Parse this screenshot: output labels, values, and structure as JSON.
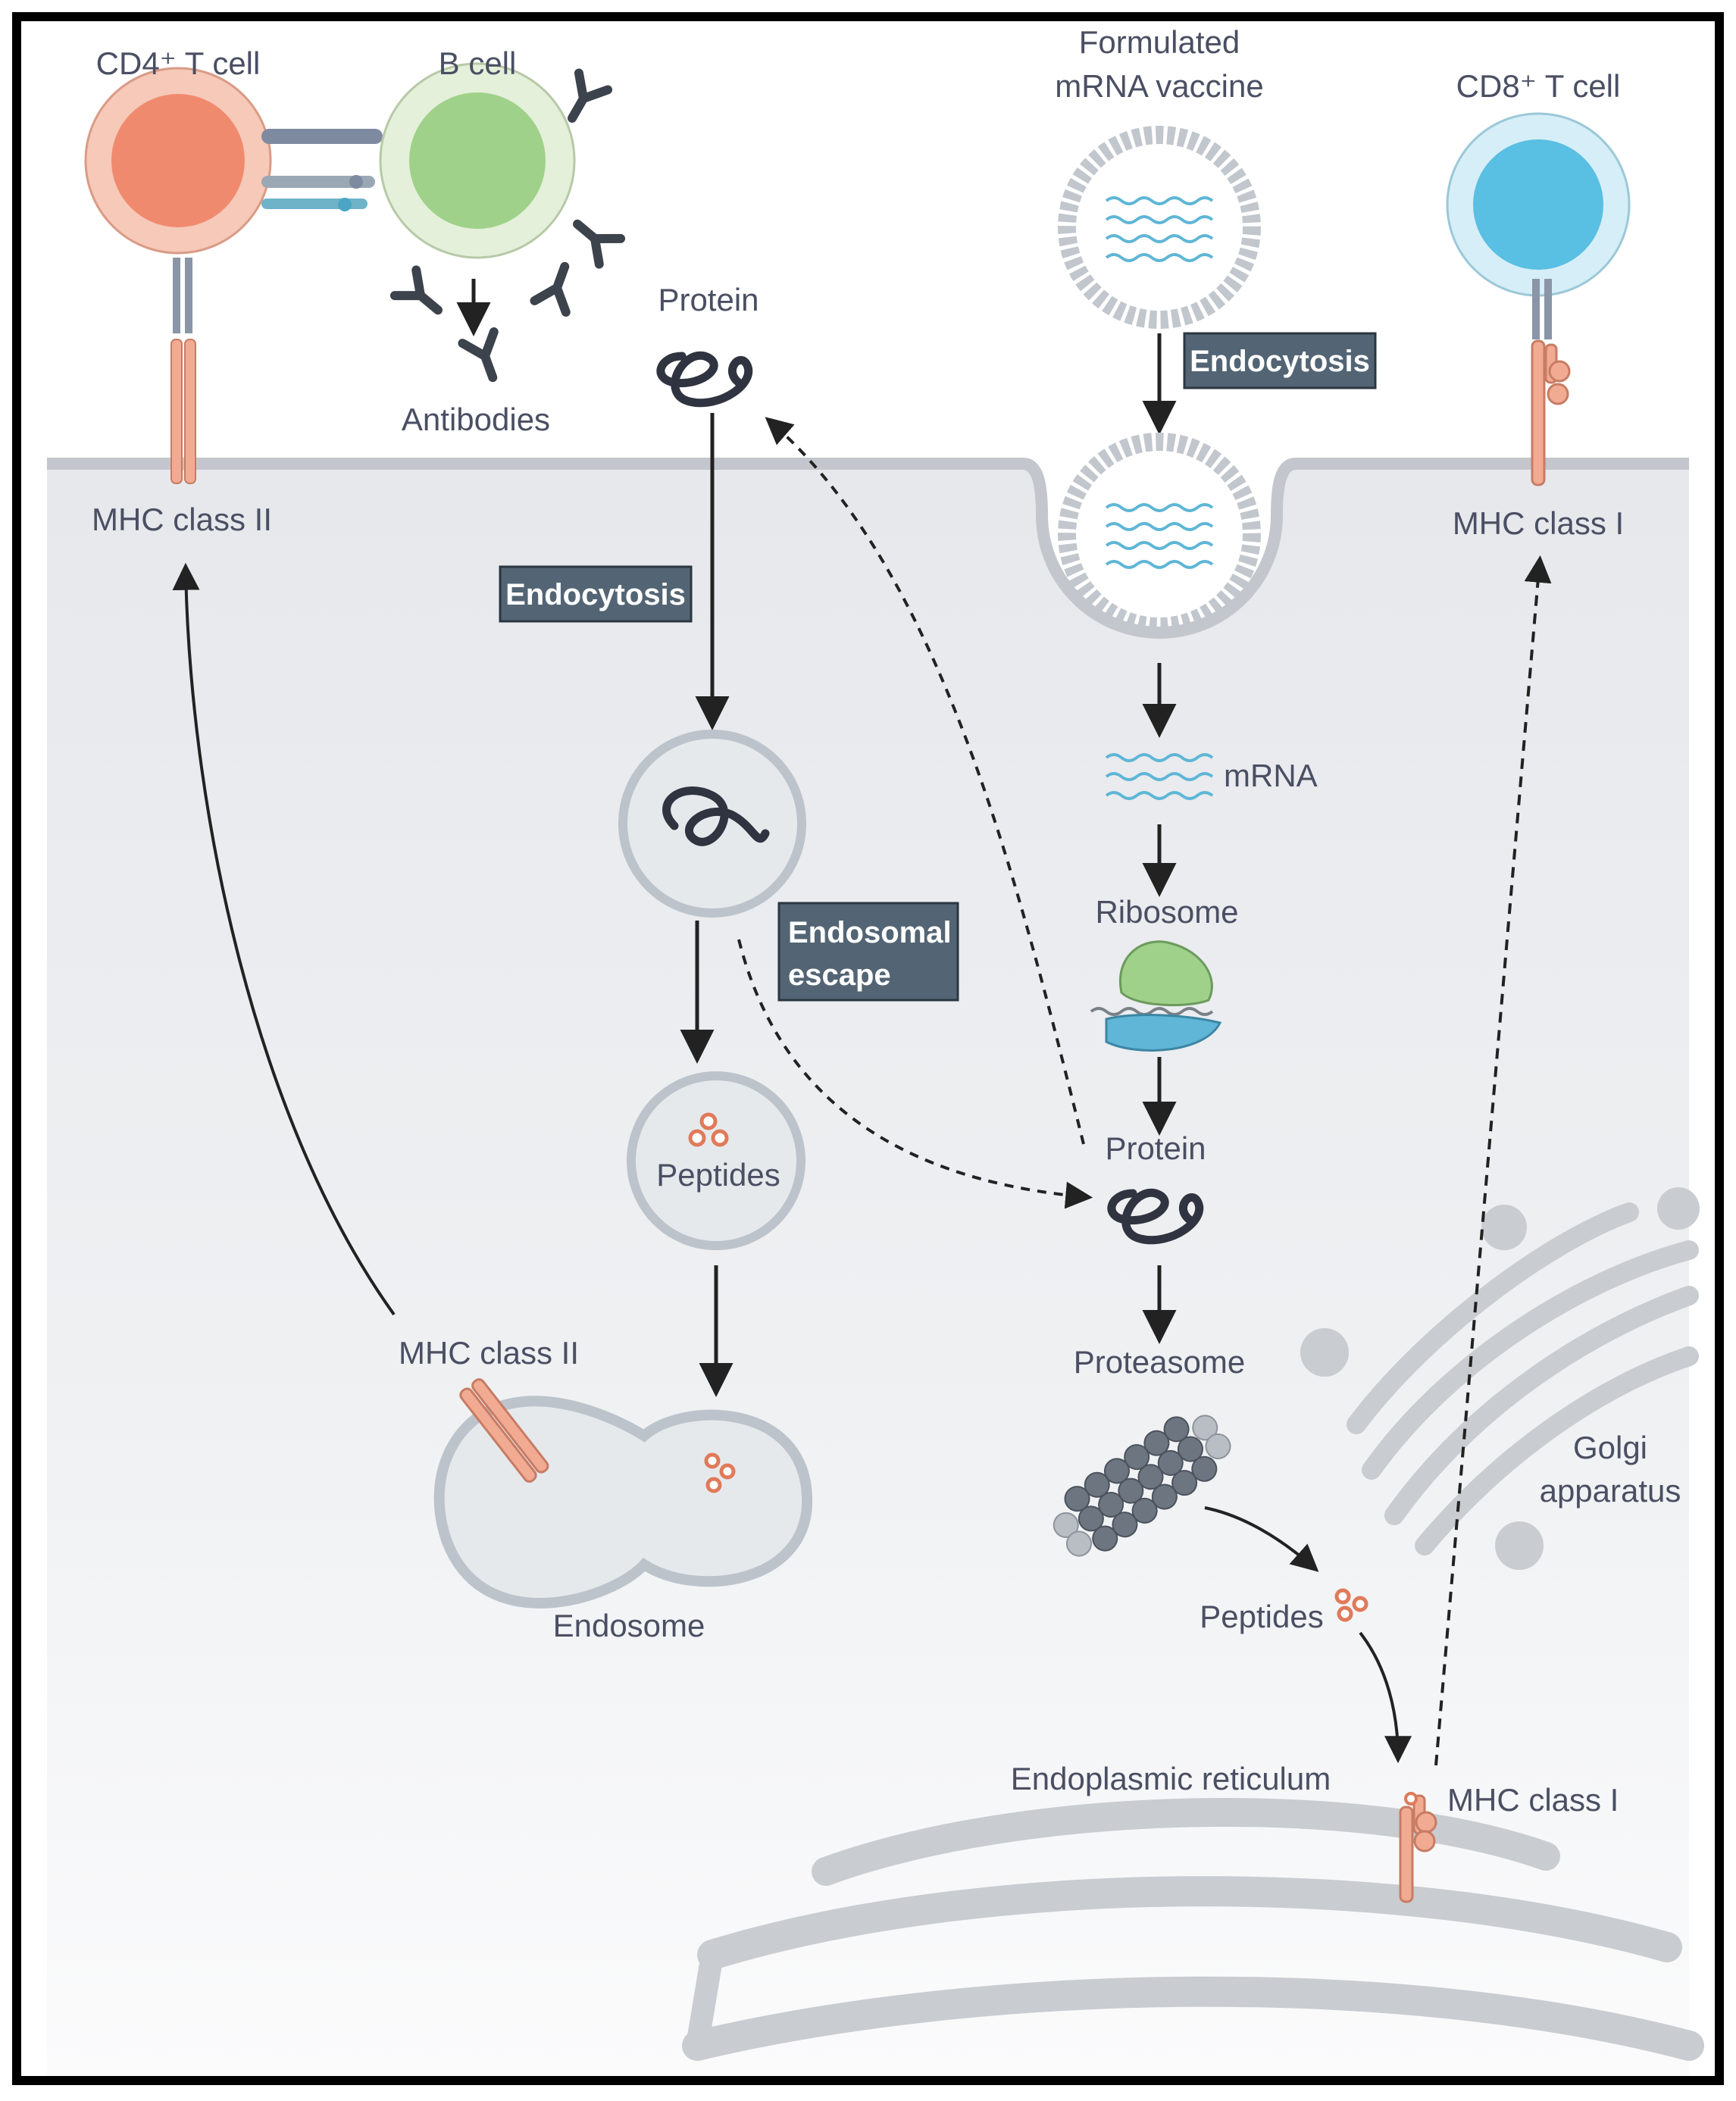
{
  "labels": {
    "cd4_t_cell": "CD4⁺ T cell",
    "b_cell": "B cell",
    "antibodies": "Antibodies",
    "mhc_class_ii_surface": "MHC class II",
    "protein_outside": "Protein",
    "formulated_line1": "Formulated",
    "formulated_line2": "mRNA vaccine",
    "cd8_t_cell": "CD8⁺ T cell",
    "mhc_class_i_surface": "MHC class I",
    "mrna": "mRNA",
    "ribosome": "Ribosome",
    "protein_inside": "Protein",
    "proteasome": "Proteasome",
    "peptides_endosome": "Peptides",
    "peptides_cytosol": "Peptides",
    "mhc_class_ii_endosome": "MHC class II",
    "endosome": "Endosome",
    "endoplasmic_reticulum": "Endoplasmic reticulum",
    "mhc_class_i_er": "MHC class I",
    "golgi_line1": "Golgi",
    "golgi_line2": "apparatus"
  },
  "boxes": {
    "endocytosis_protein": "Endocytosis",
    "endocytosis_vaccine": "Endocytosis",
    "endosomal_escape_line1": "Endosomal",
    "endosomal_escape_line2": "escape"
  },
  "colors": {
    "cd4_cell": "#f08a6f",
    "cd4_membrane": "#f6c9b8",
    "b_cell": "#9fd18a",
    "b_membrane": "#e4f0d9",
    "cd8_cell": "#59bfe3",
    "cd8_membrane": "#d6eef7",
    "label_box": "#536574",
    "cytoplasm": "#e9ebee",
    "organelle_gray": "#c9ccd1",
    "mhc_salmon": "#f2ab93",
    "peptide": "#e07a5a"
  }
}
